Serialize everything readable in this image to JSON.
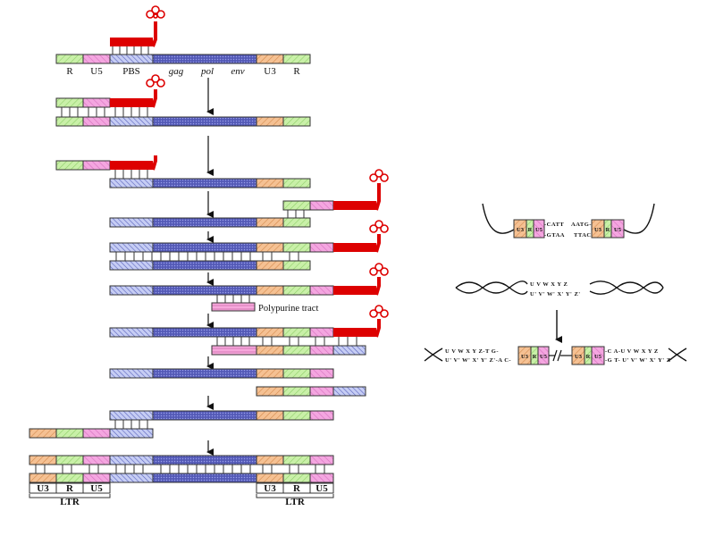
{
  "segment_labels": {
    "r": "R",
    "u5": "U5",
    "pbs": "PBS",
    "gag": "gag",
    "pol": "pol",
    "env": "env",
    "u3": "U3"
  },
  "ltr_label": "LTR",
  "ppt_label": "Polypurine tract",
  "integration": {
    "left_end_top": "-CATT",
    "left_end_bottom": "-GTAA",
    "right_end_top": "AATG-",
    "right_end_bottom": "TTAC",
    "target_top": "U V W X Y Z",
    "target_bottom": "U' V' W' X' Y' Z'",
    "result_left_top": "U V W X Y Z-T G-",
    "result_left_bottom": "U' V' W' X' Y' Z'-A C-",
    "result_right_top": "-C A-U V W X Y Z",
    "result_right_bottom": "-G T- U' V' W' X' Y' Z'"
  },
  "colors": {
    "r": "#c9f0a8",
    "u5": "#f4a6e0",
    "pbs": "#c6cdf4",
    "body": "#5d63c0",
    "u3": "#f5c193",
    "primer": "#dd0000",
    "ppt": "#f7a8dc"
  }
}
